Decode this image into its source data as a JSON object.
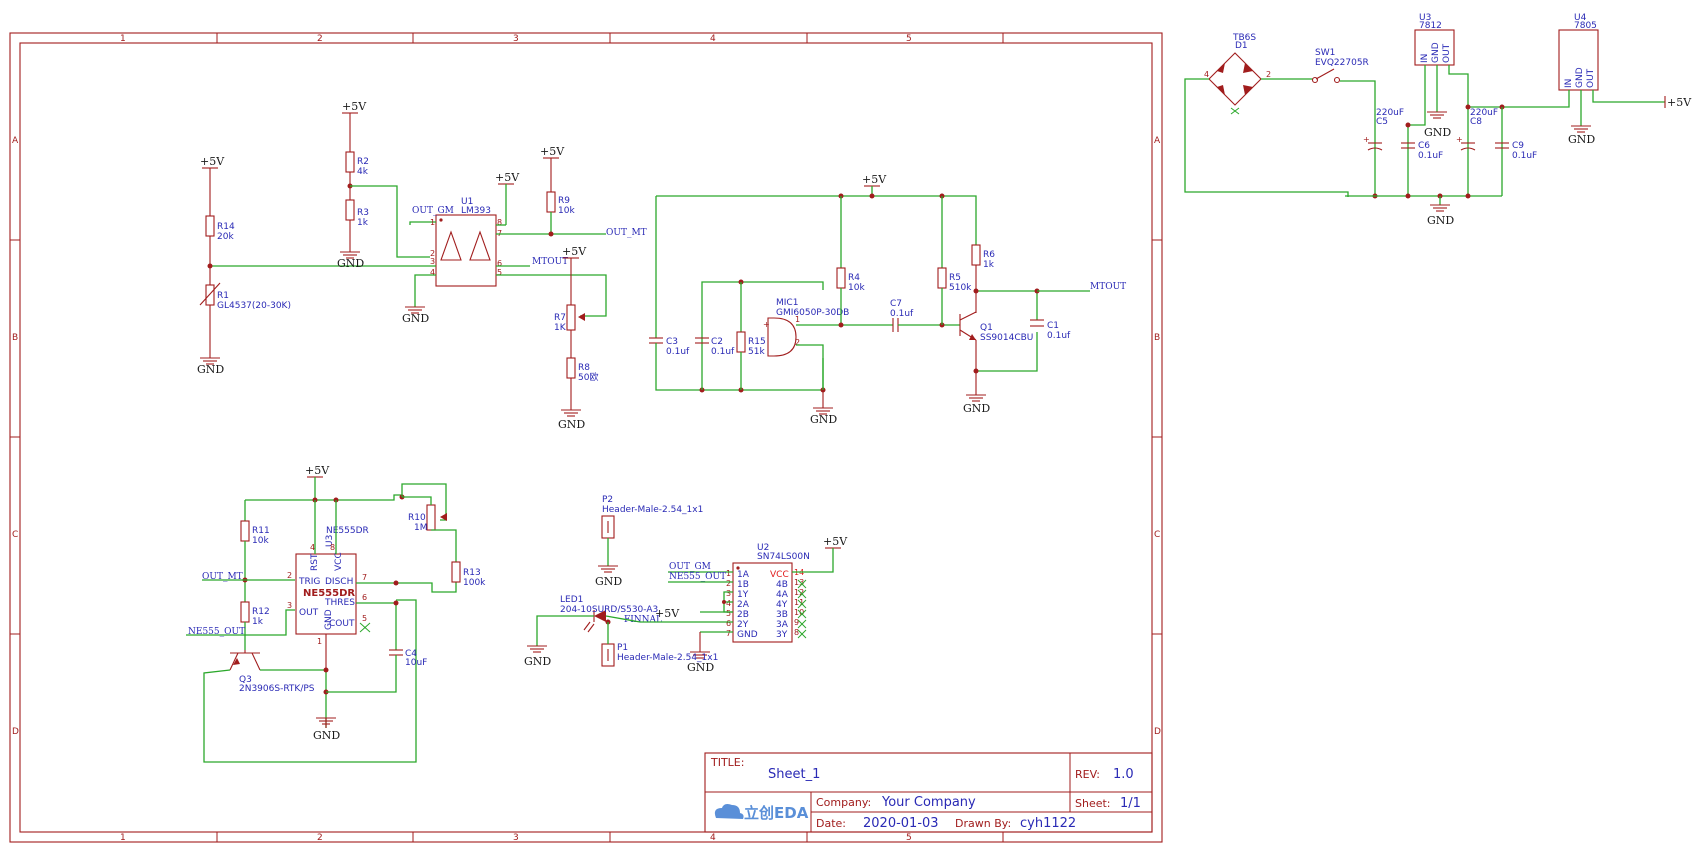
{
  "border": {
    "columns": [
      "1",
      "2",
      "3",
      "4",
      "5"
    ],
    "rows": [
      "A",
      "B",
      "C",
      "D"
    ]
  },
  "title_block": {
    "title_label": "TITLE:",
    "title_value": "Sheet_1",
    "rev_label": "REV:",
    "rev_value": "1.0",
    "company_label": "Company:",
    "company_value": "Your Company",
    "sheet_label": "Sheet:",
    "sheet_value": "1/1",
    "date_label": "Date:",
    "date_value": "2020-01-03",
    "drawn_label": "Drawn By:",
    "drawn_value": "cyh1122",
    "logo_text": "立创EDA"
  },
  "nets": {
    "vcc": "+5V",
    "gnd": "GND",
    "out_mt": "OUT_MT",
    "out_gm": "OUT_GM",
    "mtout": "MTOUT",
    "ne555_out": "NE555_OUT",
    "finnal": "FINNAL"
  },
  "components": {
    "R14": {
      "ref": "R14",
      "value": "20k"
    },
    "R1": {
      "ref": "R1",
      "value": "GL4537(20-30K)"
    },
    "R2": {
      "ref": "R2",
      "value": "4k"
    },
    "R3": {
      "ref": "R3",
      "value": "1k"
    },
    "U1": {
      "ref": "U1",
      "value": "LM393"
    },
    "R9": {
      "ref": "R9",
      "value": "10k"
    },
    "R7": {
      "ref": "R7",
      "value": "1K"
    },
    "R8": {
      "ref": "R8",
      "value": "50欧"
    },
    "C3": {
      "ref": "C3",
      "value": "0.1uf"
    },
    "C2": {
      "ref": "C2",
      "value": "0.1uf"
    },
    "R15": {
      "ref": "R15",
      "value": "51k"
    },
    "MIC1": {
      "ref": "MIC1",
      "value": "GMI6050P-30DB"
    },
    "R4": {
      "ref": "R4",
      "value": "10k"
    },
    "C7": {
      "ref": "C7",
      "value": "0.1uf"
    },
    "R5": {
      "ref": "R5",
      "value": "510k"
    },
    "R6": {
      "ref": "R6",
      "value": "1k"
    },
    "Q1": {
      "ref": "Q1",
      "value": "SS9014CBU"
    },
    "C1": {
      "ref": "C1",
      "value": "0.1uf"
    },
    "R11": {
      "ref": "R11",
      "value": "10k"
    },
    "R12": {
      "ref": "R12",
      "value": "1k"
    },
    "U3_555": {
      "ref": "U3",
      "value": "NE555DR",
      "chip": "NE555DR"
    },
    "R10": {
      "ref": "R10",
      "value": "1M"
    },
    "R13": {
      "ref": "R13",
      "value": "100k"
    },
    "C4": {
      "ref": "C4",
      "value": "10uF"
    },
    "Q3": {
      "ref": "Q3",
      "value": "2N3906S-RTK/PS"
    },
    "P2": {
      "ref": "P2",
      "value": "Header-Male-2.54_1x1"
    },
    "P1": {
      "ref": "P1",
      "value": "Header-Male-2.54_1x1"
    },
    "LED1": {
      "ref": "LED1",
      "value": "204-10SURD/S530-A3"
    },
    "U2": {
      "ref": "U2",
      "value": "SN74LS00N"
    },
    "D1": {
      "ref": "D1",
      "value": "TB6S"
    },
    "SW1": {
      "ref": "SW1",
      "value": "EVQ22705R"
    },
    "U3": {
      "ref": "U3",
      "value": "7812"
    },
    "U4": {
      "ref": "U4",
      "value": "7805"
    },
    "C5": {
      "ref": "C5",
      "value": "220uF"
    },
    "C6": {
      "ref": "C6",
      "value": "0.1uF"
    },
    "C8": {
      "ref": "C8",
      "value": "220uF"
    },
    "C9": {
      "ref": "C9",
      "value": "0.1uF"
    }
  },
  "pins": {
    "ne555": {
      "trig": "TRIG",
      "out": "OUT",
      "rst": "RST",
      "vcc": "VCC",
      "disch": "DISCH",
      "thres": "THRES",
      "cout": "COUT",
      "gnd": "GND"
    },
    "u2": {
      "a1": "1A",
      "b1": "1B",
      "y1": "1Y",
      "a2": "2A",
      "b2": "2B",
      "y2": "2Y",
      "gnd": "GND",
      "vcc": "VCC",
      "b4": "4B",
      "a4": "4A",
      "y4": "4Y",
      "b3": "3B",
      "a3": "3A",
      "y3": "3Y"
    },
    "reg": {
      "in": "IN",
      "gnd": "GND",
      "out": "OUT"
    }
  }
}
